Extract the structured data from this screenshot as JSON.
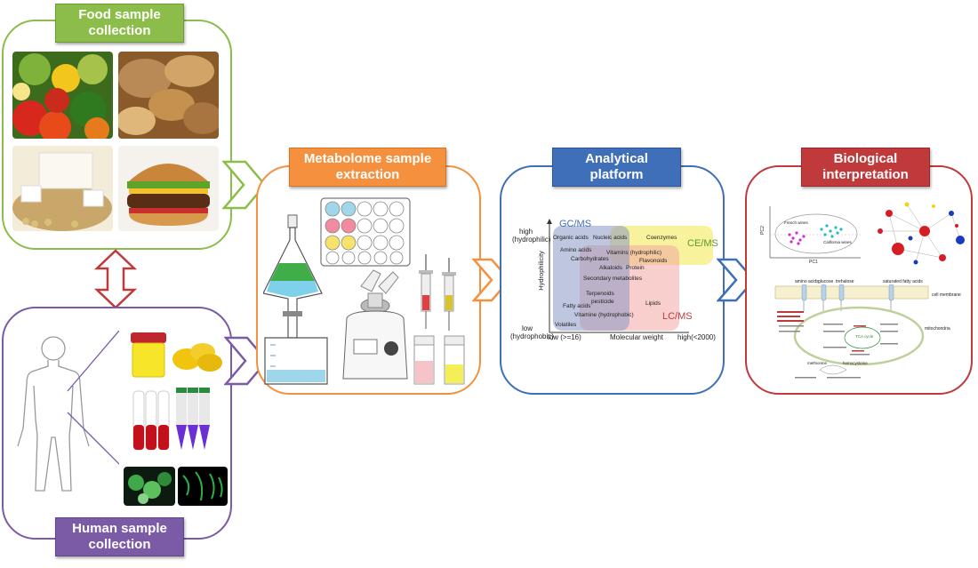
{
  "panels": {
    "food": {
      "title_l1": "Food sample",
      "title_l2": "collection",
      "color": "#8cbd4a"
    },
    "human": {
      "title_l1": "Human sample",
      "title_l2": "collection",
      "color": "#7b5aa6"
    },
    "extraction": {
      "title_l1": "Metabolome sample",
      "title_l2": "extraction",
      "color": "#f5913e"
    },
    "analytical": {
      "title_l1": "Analytical",
      "title_l2": "platform",
      "color": "#3e6fb8"
    },
    "biological": {
      "title_l1": "Biological",
      "title_l2": "interpretation",
      "color": "#c0393b"
    }
  },
  "platform_chart": {
    "y_high": "high",
    "y_high_sub": "(hydrophilic)",
    "y_low": "low",
    "y_low_sub": "(hydrophobic)",
    "y_axis_label": "Hydrophilicity",
    "x_low": "low (>=16)",
    "x_axis_label": "Molecular weight",
    "x_high": "high(<2000)",
    "regions": {
      "gcms": "GC/MS",
      "cems": "CE/MS",
      "lcms": "LC/MS"
    },
    "compounds": {
      "organic_acids": "Organic acids",
      "nucleic_acids": "Nucleic acids",
      "coenzymes": "Coenzymes",
      "amino_acids": "Amino acids",
      "carbohydrates": "Carbohydrates",
      "vitamins_hydrophilic": "Vitamins (hydrophilic)",
      "flavonoids": "Flavonoids",
      "alkaloids": "Alkaloids",
      "protein": "Protein",
      "secondary_metabolites": "Secondary metabolites",
      "terpenoids": "Terpenoids",
      "pesticide": "pesticide",
      "lipids": "Lipids",
      "fatty_acids": "Fatty acids",
      "vitamine_hydrophobic": "Vitamine (hydrophobic)",
      "volatiles": "Volatiles"
    }
  },
  "bio": {
    "pc2": "PC2",
    "pc1": "PC1",
    "group_a": "French wines",
    "group_b": "California wines",
    "amino_acids": "amino acids",
    "glucose": "glucose",
    "trehalose": "trehalose",
    "saturated_fatty_acids": "saturated fatty acids",
    "cell_membrane": "cell membrane",
    "mitochondria": "mitochondria",
    "tca_cycle": "TCA cycle",
    "methionine": "methionine",
    "homocysteine": "homocysteine"
  }
}
